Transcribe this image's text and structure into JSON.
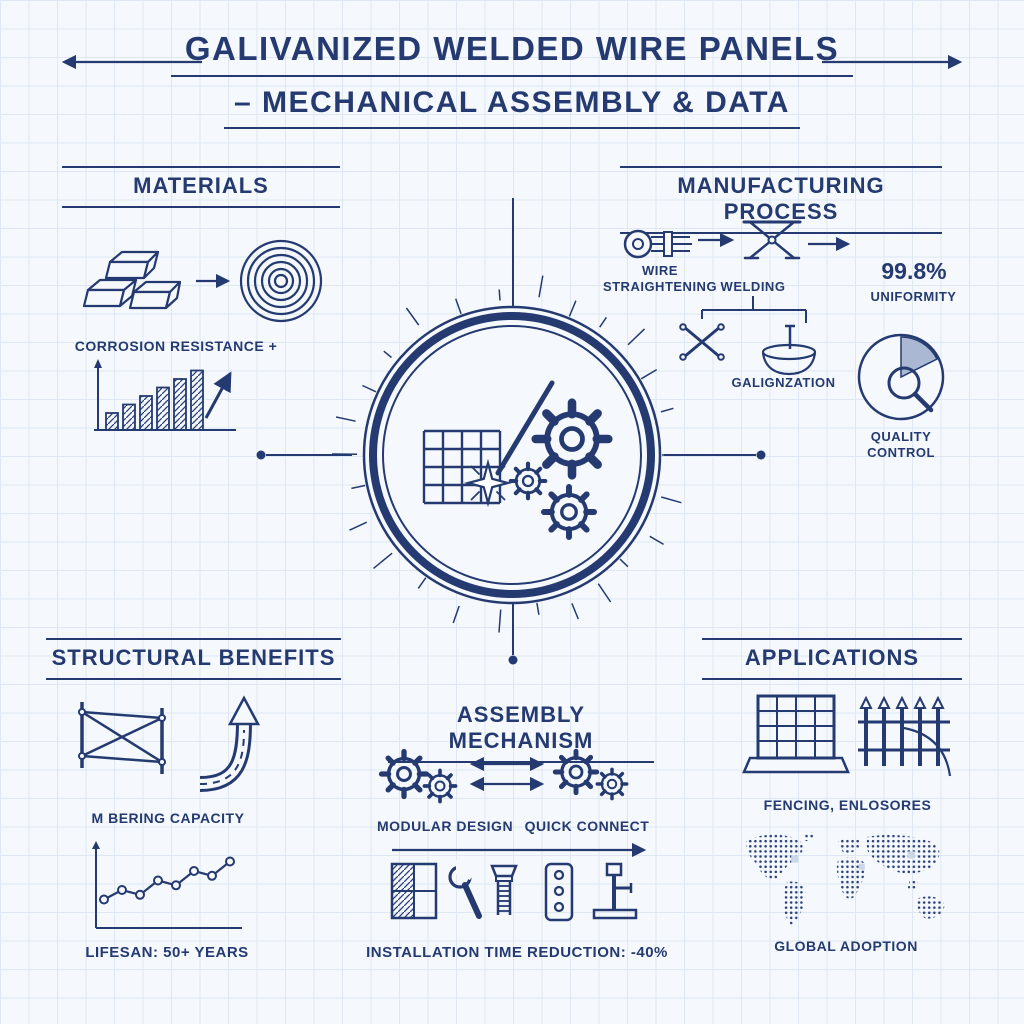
{
  "colors": {
    "ink": "#243a70",
    "bg": "#f5f8fc",
    "grid": "#dfe8f2",
    "shade": "#aab8d4"
  },
  "title": {
    "line1": "GALIVANIZED WELDED WIRE PANELS",
    "line2": "– MECHANICAL ASSEMBLY & DATA"
  },
  "sections": {
    "materials": {
      "heading": "MATERIALS",
      "caption": "CORROSION RESISTANCE +",
      "icons": [
        "steel-ingots-icon",
        "arrow-right-icon",
        "wire-coil-icon",
        "growth-bar-chart-icon"
      ]
    },
    "manufacturing": {
      "heading": "MANUFACTURING PROCESS",
      "step1": "WIRE STRAIGHTENING",
      "step2": "WELDING",
      "step3": "GALIGNZATION",
      "quality_label": "QUALITY CONTROL",
      "stat_value": "99.8%",
      "stat_label": "UNIFORMITY",
      "icons": [
        "wire-straightener-roller-icon",
        "welding-fixture-icon",
        "crossed-torches-icon",
        "galvanizing-dip-icon",
        "magnifier-pie-icon"
      ]
    },
    "structural": {
      "heading": "STRUCTURAL BENEFITS",
      "caption1": "M BERING CAPACITY",
      "caption2": "LIFESAN: 50+ YEARS",
      "icons": [
        "braced-panel-icon",
        "curved-up-arrow-icon",
        "line-chart-icon"
      ]
    },
    "assembly": {
      "heading": "ASSEMBLY MECHANISM",
      "label1": "MODULAR DESIGN",
      "label2": "QUICK CONNECT",
      "caption": "INSTALLATION TIME REDUCTION: -40%",
      "icons": [
        "gear-pair-icon",
        "double-arrows-icon",
        "gear-pair-icon",
        "panel-icon",
        "wrench-icon",
        "bolt-icon",
        "plate-icon",
        "press-tool-icon"
      ]
    },
    "applications": {
      "heading": "APPLICATIONS",
      "caption1": "FENCING, ENLOSORES",
      "caption2": "GLOBAL ADOPTION",
      "icons": [
        "mesh-fence-panel-icon",
        "picket-fence-icon",
        "dotted-world-map"
      ]
    }
  },
  "center": {
    "motif": "double-ring-sunburst-emblem",
    "icons": [
      "wire-mesh-grid",
      "welding-rod",
      "weld-spark",
      "gear-train"
    ]
  },
  "chart_data": [
    {
      "type": "bar",
      "title": "CORROSION RESISTANCE +",
      "categories": [
        "",
        "",
        "",
        "",
        "",
        ""
      ],
      "values": [
        2,
        3,
        4,
        5,
        6,
        7
      ],
      "xlabel": "",
      "ylabel": "",
      "axes_labeled": false,
      "annotation": "ascending hatched bars with upward trend arrow"
    },
    {
      "type": "line",
      "title": "LIFESAN: 50+ YEARS",
      "x": [
        1,
        2,
        3,
        4,
        5,
        6,
        7,
        8
      ],
      "values": [
        3,
        4,
        3.5,
        5,
        4.5,
        6,
        5.5,
        7
      ],
      "xlabel": "",
      "ylabel": "",
      "axes_labeled": false,
      "annotation": "rising zigzag line with circular point markers"
    }
  ]
}
